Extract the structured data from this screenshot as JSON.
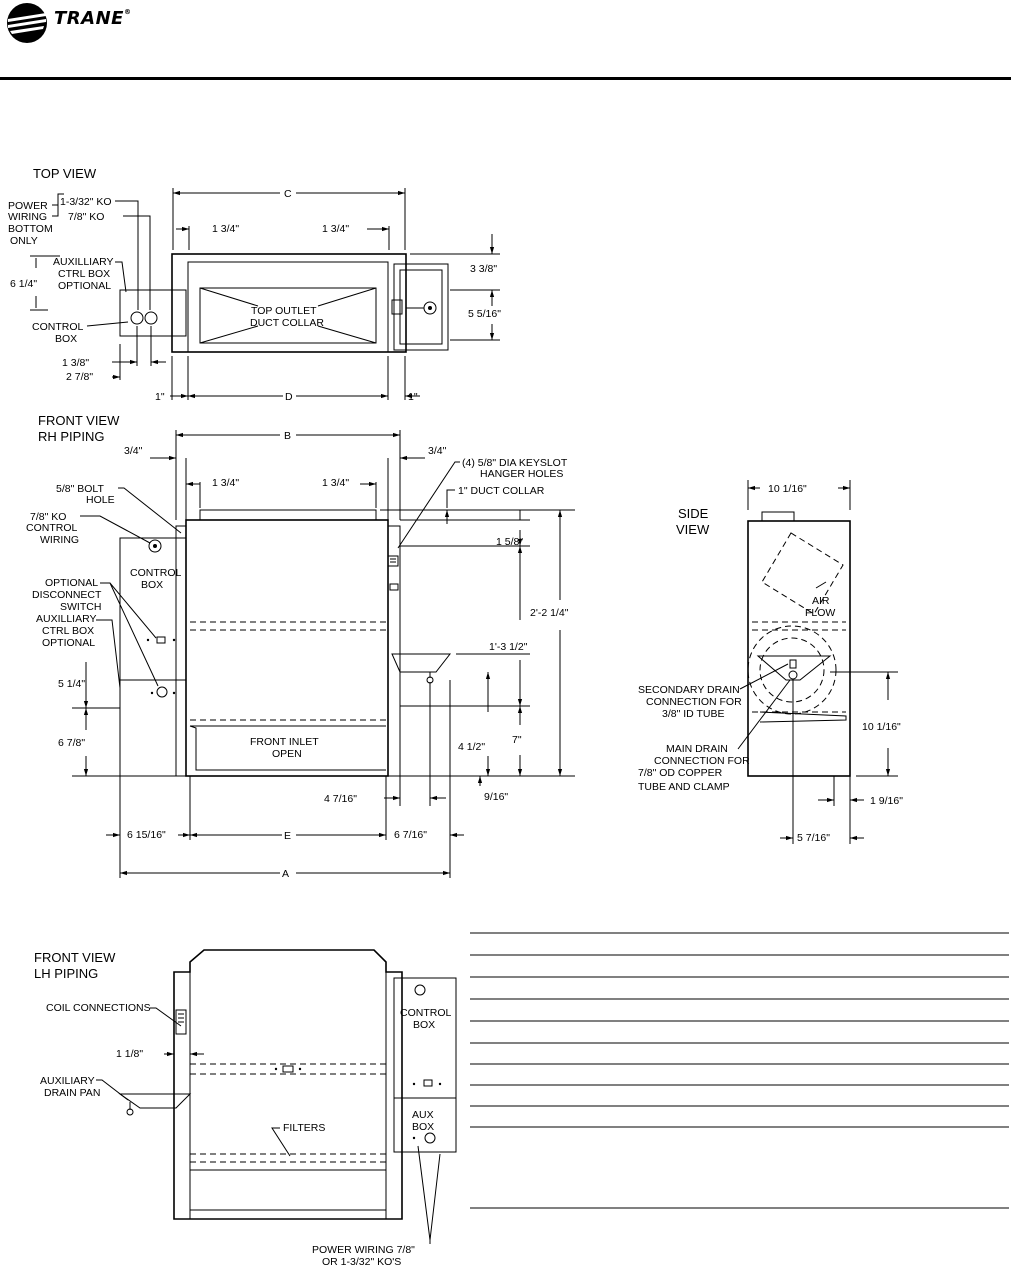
{
  "brand": {
    "name": "TRANE",
    "reg": "®"
  },
  "top_view": {
    "title": "TOP  VIEW",
    "power_wiring": [
      "POWER",
      "WIRING",
      "BOTTOM",
      "ONLY"
    ],
    "ko_large": "1-3/32\" KO",
    "ko_small": "7/8\" KO",
    "aux_box": [
      "AUXILLIARY",
      "CTRL BOX",
      "OPTIONAL"
    ],
    "control_box": [
      "CONTROL",
      "BOX"
    ],
    "collar": [
      "TOP  OUTLET",
      "DUCT  COLLAR"
    ],
    "dims": {
      "c": "C",
      "d": "D",
      "left_inset": "1  3/4\"",
      "right_inset": "1  3/4\"",
      "height": "6  1/4\"",
      "right_top": "3  3/8\"",
      "right_mid": "5  5/16\"",
      "ko_1": "1  3/8\"",
      "ko_2": "2  7/8\"",
      "edge_left": "1\"",
      "edge_right": "1\""
    }
  },
  "front_rh": {
    "title": [
      "FRONT  VIEW",
      "RH  PIPING"
    ],
    "bolt_hole": [
      "5/8\"  BOLT",
      "HOLE"
    ],
    "ko_control": [
      "7/8\"  KO",
      "CONTROL",
      "WIRING"
    ],
    "disconnect": [
      "OPTIONAL",
      "DISCONNECT",
      "SWITCH"
    ],
    "aux_box": [
      "AUXILLIARY",
      "CTRL BOX",
      "OPTIONAL"
    ],
    "control_box": [
      "CONTROL",
      "BOX"
    ],
    "keyslot": [
      "(4)  5/8\"  DIA  KEYSLOT",
      "HANGER  HOLES"
    ],
    "duct_collar": "1\"  DUCT  COLLAR",
    "inlet": [
      "FRONT  INLET",
      "OPEN"
    ],
    "dims": {
      "b": "B",
      "e": "E",
      "a": "A",
      "left_edge": "3/4\"",
      "right_edge": "3/4\"",
      "left_inset": "1  3/4\"",
      "right_inset": "1  3/4\"",
      "d_5_8": "1  5/8\"",
      "total": "2'-2  1/4\"",
      "mid": "1'-3  1/2\"",
      "d_5_1_4": "5  1/4\"",
      "d_6_7_8": "6  7/8\"",
      "d_4_1_2": "4  1/2\"",
      "d_7": "7\"",
      "d_4_7_16": "4  7/16\"",
      "d_9_16": "9/16\"",
      "d_6_15_16": "6  15/16\"",
      "d_6_7_16": "6  7/16\""
    }
  },
  "side_view": {
    "title": [
      "SIDE",
      "VIEW"
    ],
    "air_flow": [
      "AIR",
      "FLOW"
    ],
    "secondary_drain": [
      "SECONDARY  DRAIN",
      "CONNECTION  FOR",
      "3/8\"  ID  TUBE"
    ],
    "main_drain": [
      "MAIN  DRAIN",
      "CONNECTION  FOR",
      "7/8\"  OD  COPPER",
      "TUBE  AND  CLAMP"
    ],
    "dims": {
      "top": "10  1/16\"",
      "right": "10  1/16\"",
      "offset": "1  9/16\"",
      "bottom": "5  7/16\""
    }
  },
  "front_lh": {
    "title": [
      "FRONT  VIEW",
      "LH  PIPING"
    ],
    "coil": "COIL  CONNECTIONS",
    "dim": "1  1/8\"",
    "aux_pan": [
      "AUXILIARY",
      "DRAIN  PAN"
    ],
    "filters": "FILTERS",
    "control_box": [
      "CONTROL",
      "BOX"
    ],
    "aux_box": [
      "AUX",
      "BOX"
    ],
    "power": [
      "POWER  WIRING  7/8\"",
      "OR  1-3/32\"  KO'S"
    ]
  }
}
